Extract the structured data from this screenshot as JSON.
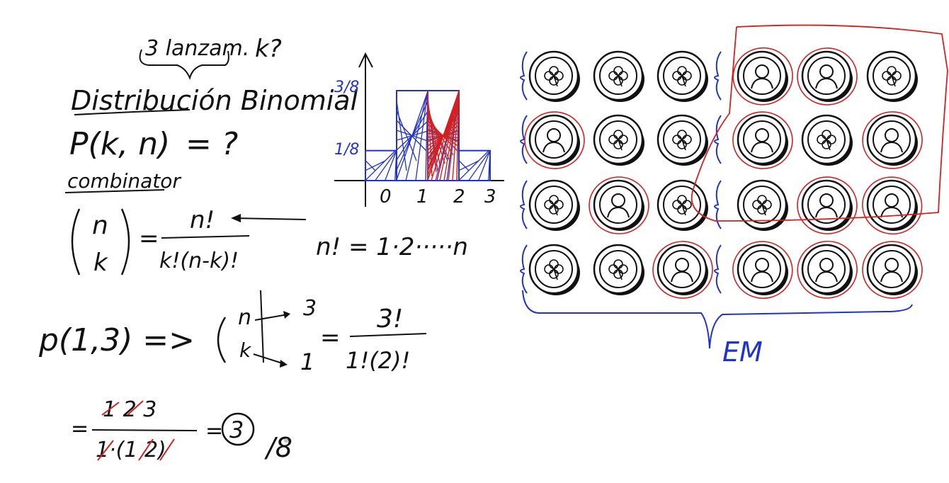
{
  "colors": {
    "ink": "#111111",
    "blue": "#2233c8",
    "red": "#d42020",
    "background": "#ffffff"
  },
  "notes": {
    "brace_text": "3 lanzam.",
    "k_question": "k?",
    "title": "Distribución Binomial",
    "formula_lhs": "P(k, n)",
    "formula_rhs": "= ?",
    "combinator": "combinator",
    "binom_top": "n",
    "binom_bottom": "k",
    "equals": "=",
    "frac_num": "n!",
    "frac_den": "k!(n-k)!",
    "factorial_def": "n! = 1·2·····n",
    "example_lhs": "p(1,3) =>",
    "example_n_val": "3",
    "example_k_val": "1",
    "example_frac_num": "3!",
    "example_frac_den": "1!(2)!",
    "result_num": "1 2 3",
    "result_den": "1·(1 2)",
    "result_value": "3",
    "result_over": "/8"
  },
  "histogram": {
    "y_tick_top": "3/8",
    "y_tick_bottom": "1/8",
    "x_ticks": [
      "0",
      "1",
      "2",
      "3"
    ],
    "bars": [
      1,
      3,
      3,
      1
    ]
  },
  "coin_grid": {
    "label": "EM",
    "rows": [
      [
        "clover",
        "clover",
        "clover",
        "head",
        "head",
        "clover"
      ],
      [
        "head",
        "clover",
        "clover",
        "head",
        "clover",
        "head"
      ],
      [
        "clover",
        "head",
        "clover",
        "clover",
        "head",
        "head"
      ],
      [
        "clover",
        "clover",
        "head",
        "head",
        "head",
        "head"
      ]
    ]
  }
}
